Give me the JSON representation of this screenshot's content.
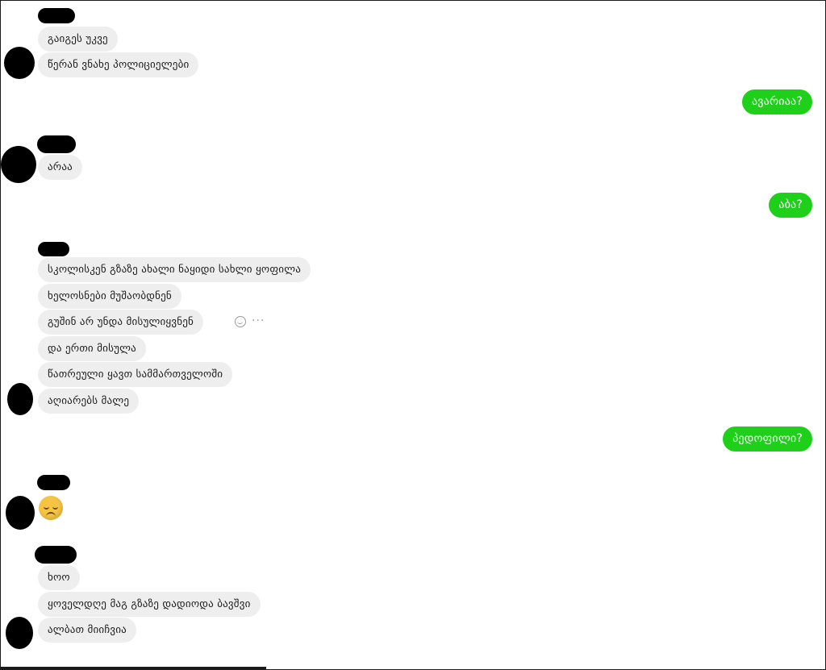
{
  "conversation": {
    "group1": {
      "messages": [
        "გაიგეს უკვე",
        "წერან ვნახე პოლიციელები"
      ]
    },
    "mine1": "ავარიაა?",
    "group2": {
      "messages": [
        "არაა"
      ]
    },
    "mine2": "აბა?",
    "group3": {
      "messages": [
        "სკოლისკენ გზაზე ახალი ნაყიდი სახლი ყოფილა",
        "ხელოსნები მუშაობდნენ",
        "გუშინ არ უნდა მისულიყვნენ",
        "და ერთი მისულა",
        "წათრეული ყავთ სამმართველოში",
        "აღიარებს მალე"
      ],
      "more_glyph": "···"
    },
    "mine3": "პედოფილი?",
    "group4": {
      "emoji": "disappointed-face"
    },
    "group5": {
      "messages": [
        "ხოო",
        "ყოველდღე მაგ გზაზე დადიოდა ბავშვი",
        "ალბათ მიიჩვია"
      ]
    }
  },
  "colors": {
    "incoming_bubble": "#efeeee",
    "outgoing_bubble": "#1ed01a",
    "redaction": "#000000"
  }
}
